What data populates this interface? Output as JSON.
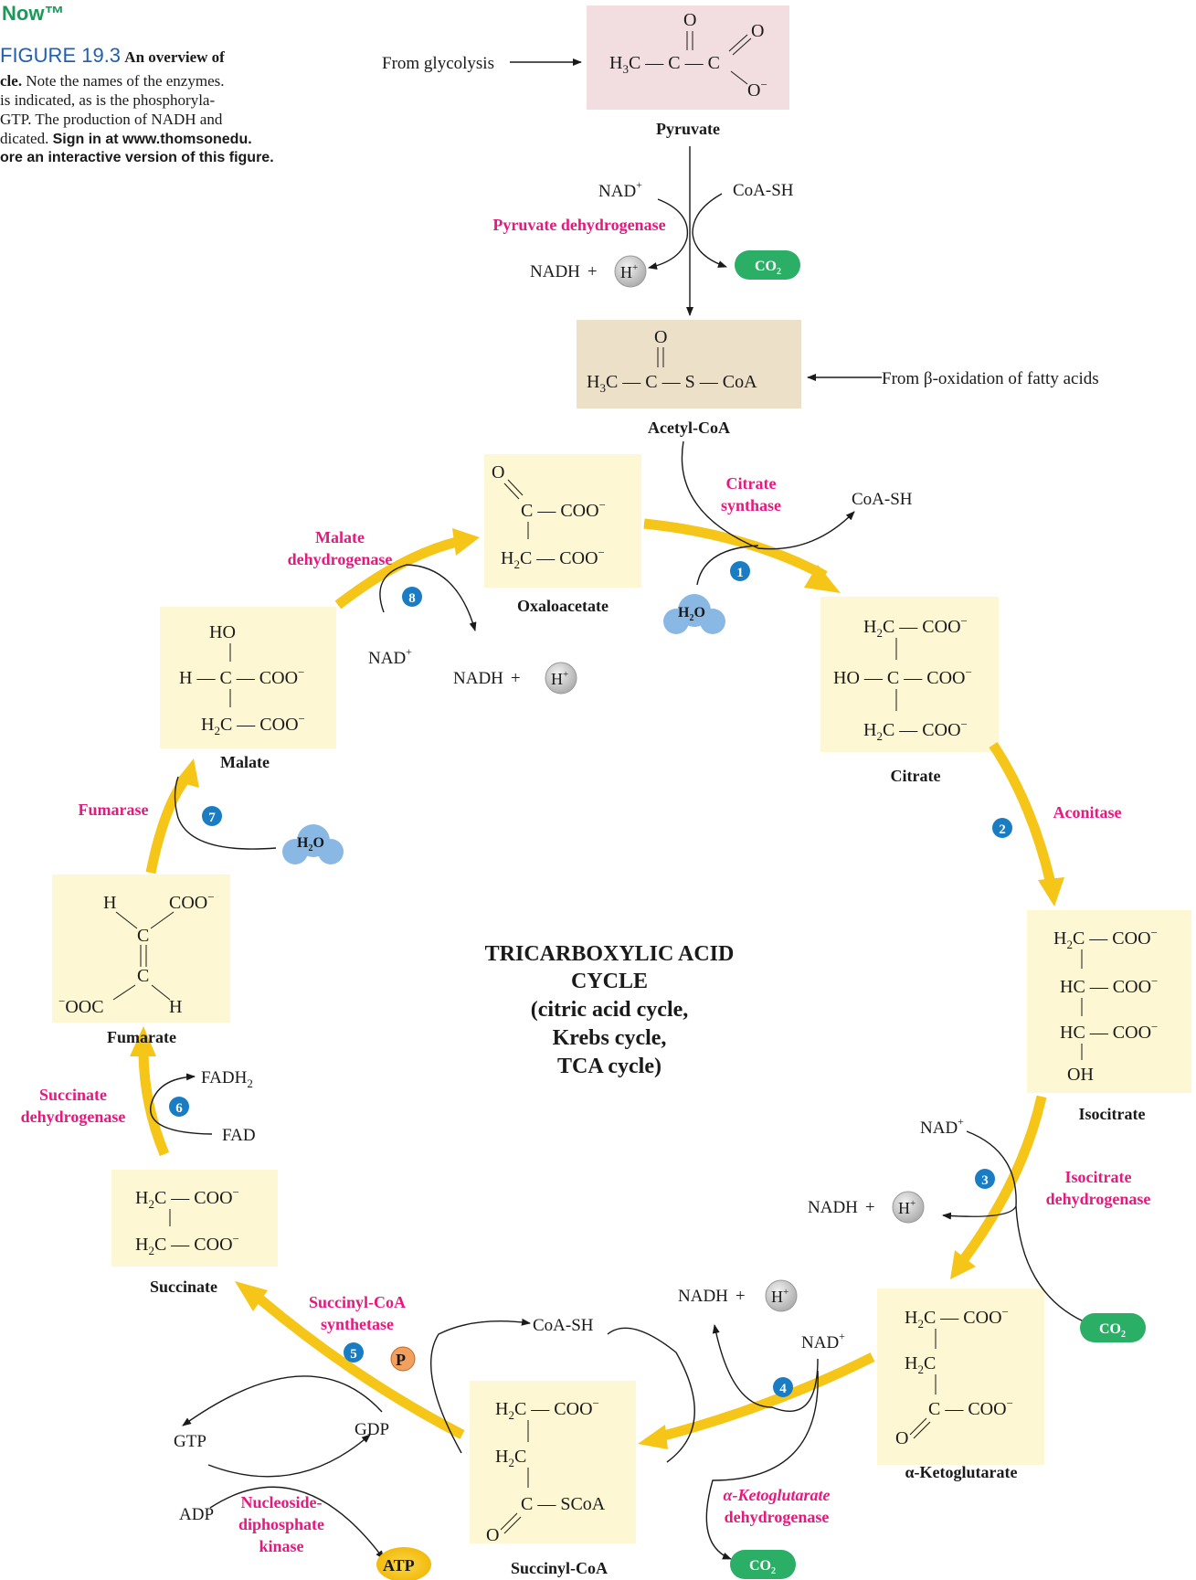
{
  "caption": {
    "brand": "Now™",
    "figure_label": "FIGURE 19.3",
    "line1_bold": "An overview of",
    "line2_bold": "cle.",
    "line2_rest": "Note the names of the enzymes.",
    "line3": "is indicated, as is the phosphoryla-",
    "line4": "GTP. The production of NADH and",
    "line5a": "dicated.",
    "line5b": "Sign in at www.thomsonedu.",
    "line6": "ore an interactive version of this figure."
  },
  "center_title": [
    "TRICARBOXYLIC ACID",
    "CYCLE",
    "(citric acid cycle,",
    "Krebs cycle,",
    "TCA cycle)"
  ],
  "inputs": {
    "from_glycolysis": "From glycolysis",
    "from_beta_oxidation": "From β-oxidation of fatty acids"
  },
  "molecules": {
    "pyruvate": "Pyruvate",
    "acetyl_coa": "Acetyl-CoA",
    "oxaloacetate": "Oxaloacetate",
    "citrate": "Citrate",
    "isocitrate": "Isocitrate",
    "alpha_ketoglutarate": "α-Ketoglutarate",
    "succinyl_coa": "Succinyl-CoA",
    "succinate": "Succinate",
    "fumarate": "Fumarate",
    "malate": "Malate"
  },
  "enzymes": {
    "pyruvate_dh": "Pyruvate dehydrogenase",
    "citrate_synthase": [
      "Citrate",
      "synthase"
    ],
    "aconitase": "Aconitase",
    "isocitrate_dh": [
      "Isocitrate",
      "dehydrogenase"
    ],
    "akg_dh": [
      "α-Ketoglutarate",
      "dehydrogenase"
    ],
    "succinyl_coa_synthetase": [
      "Succinyl-CoA",
      "synthetase"
    ],
    "ndp_kinase": [
      "Nucleoside-",
      "diphosphate",
      "kinase"
    ],
    "succinate_dh": [
      "Succinate",
      "dehydrogenase"
    ],
    "fumarase": "Fumarase",
    "malate_dh": [
      "Malate",
      "dehydrogenase"
    ]
  },
  "cofactors": {
    "nad": "NAD",
    "nadh": "NADH",
    "h_plus": "H",
    "co2": "CO",
    "coa_sh": "CoA-SH",
    "h2o": "H",
    "fadh2": "FADH",
    "fad": "FAD",
    "gtp": "GTP",
    "gdp": "GDP",
    "adp": "ADP",
    "atp": "ATP",
    "pi": "P"
  },
  "steps": [
    "1",
    "2",
    "3",
    "4",
    "5",
    "6",
    "7",
    "8"
  ],
  "colors": {
    "enzyme_magenta": "#e6197e",
    "cycle_arrow_yellow": "#f5c518",
    "molecule_box": "#fdf7d4",
    "pyruvate_box": "#f2dde0",
    "acetyl_box": "#ece0c9",
    "co2_green": "#2bae66",
    "water_blue": "#8ab8e4",
    "step_badge_blue": "#1a7dc4",
    "atp_yellow": "#f4c218",
    "phosphate_orange": "#f2a060",
    "hplus_gray": "#c8c8c8"
  }
}
